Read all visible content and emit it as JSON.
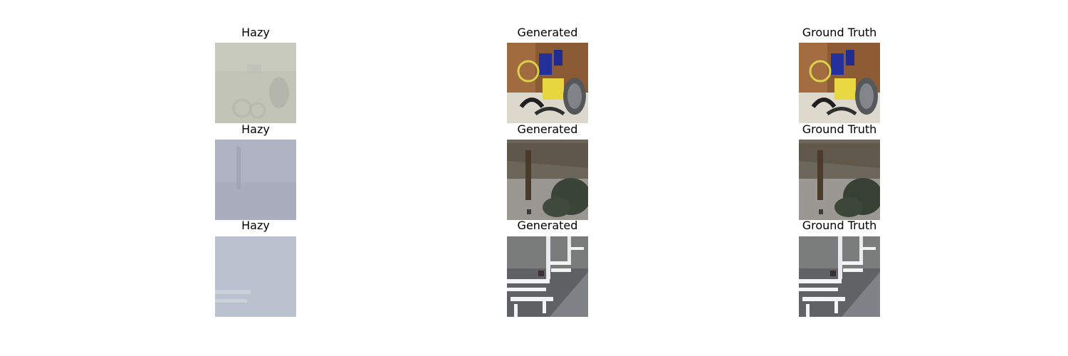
{
  "figure": {
    "columns": [
      "Hazy",
      "Generated",
      "Ground Truth"
    ],
    "rows": [
      {
        "scene": "indoor bicycle equipment",
        "titles": [
          "Hazy",
          "Generated",
          "Ground Truth"
        ]
      },
      {
        "scene": "tree with hedges and paved path",
        "titles": [
          "Hazy",
          "Generated",
          "Ground Truth"
        ]
      },
      {
        "scene": "white park benches on a paved path",
        "titles": [
          "Hazy",
          "Generated",
          "Ground Truth"
        ]
      }
    ]
  }
}
